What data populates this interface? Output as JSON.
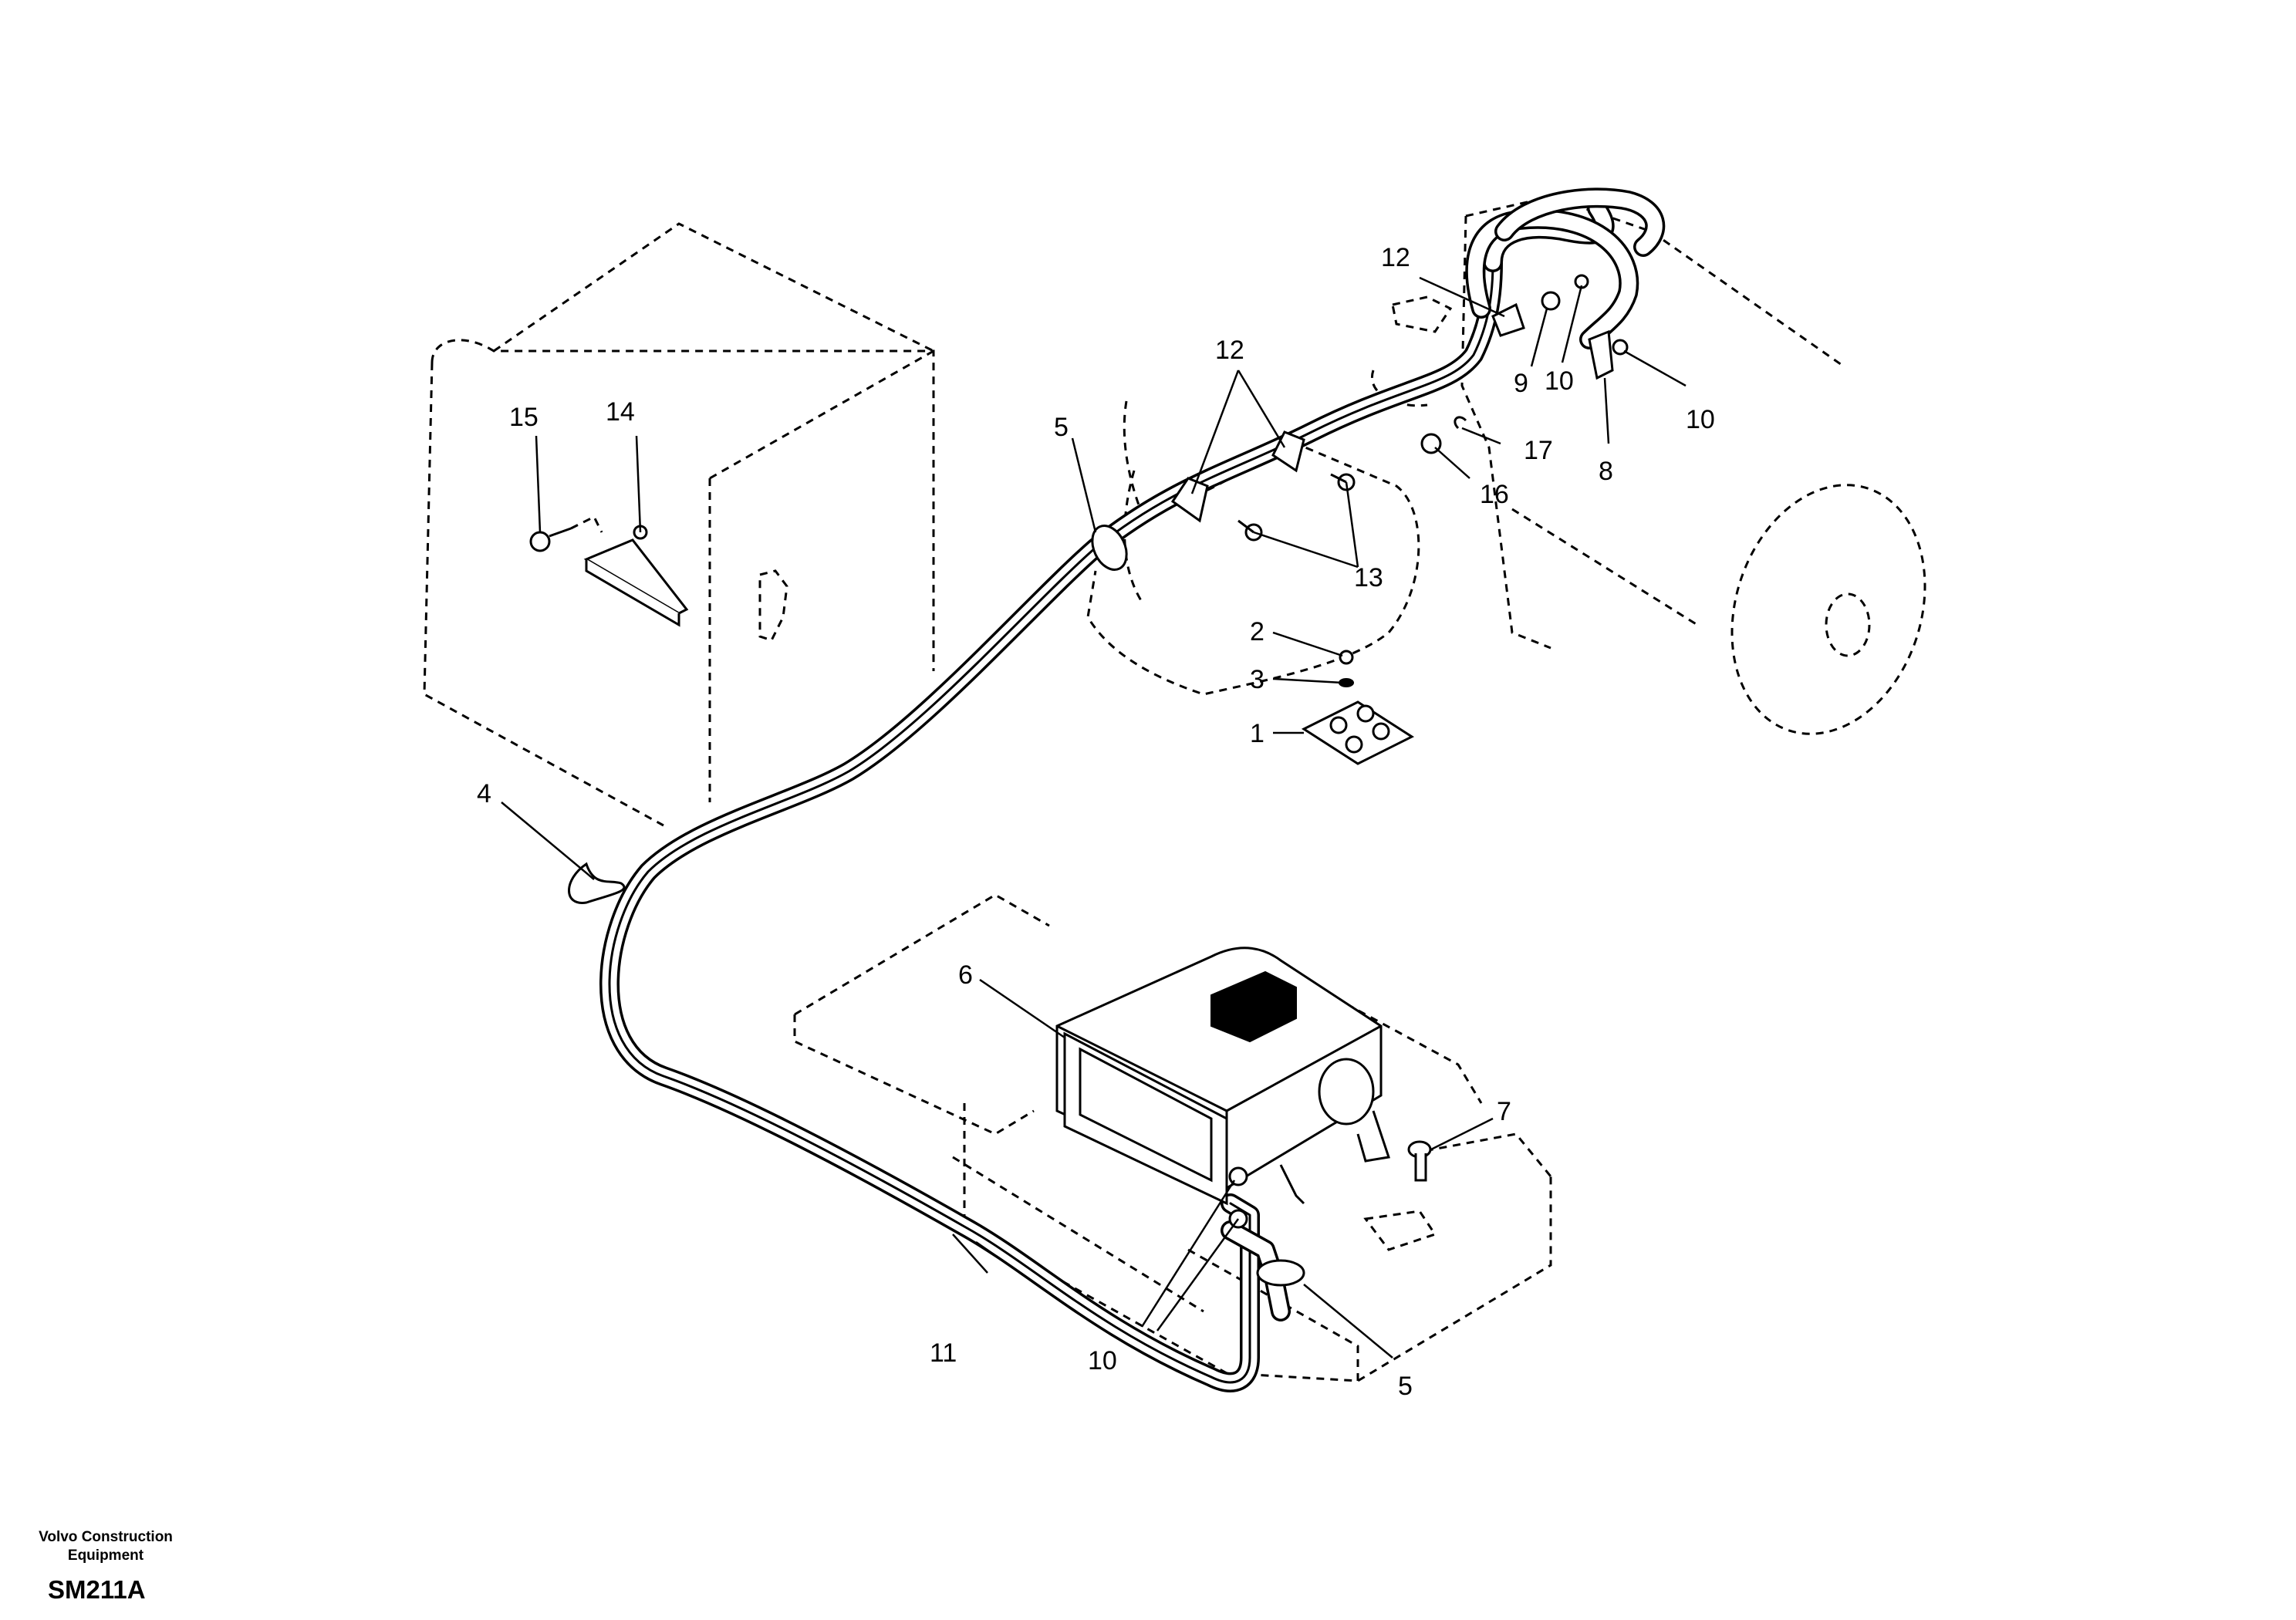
{
  "callouts": [
    {
      "id": "c1",
      "text": "1"
    },
    {
      "id": "c2",
      "text": "2"
    },
    {
      "id": "c3",
      "text": "3"
    },
    {
      "id": "c4",
      "text": "4"
    },
    {
      "id": "c5a",
      "text": "5"
    },
    {
      "id": "c5b",
      "text": "5"
    },
    {
      "id": "c6",
      "text": "6"
    },
    {
      "id": "c7",
      "text": "7"
    },
    {
      "id": "c8",
      "text": "8"
    },
    {
      "id": "c9",
      "text": "9"
    },
    {
      "id": "c10a",
      "text": "10"
    },
    {
      "id": "c10b",
      "text": "10"
    },
    {
      "id": "c10c",
      "text": "10"
    },
    {
      "id": "c11",
      "text": "11"
    },
    {
      "id": "c12a",
      "text": "12"
    },
    {
      "id": "c12b",
      "text": "12"
    },
    {
      "id": "c13",
      "text": "13"
    },
    {
      "id": "c14",
      "text": "14"
    },
    {
      "id": "c15",
      "text": "15"
    },
    {
      "id": "c16",
      "text": "16"
    },
    {
      "id": "c17",
      "text": "17"
    }
  ],
  "footer": {
    "company_line1": "Volvo Construction",
    "company_line2": "Equipment",
    "figure_code": "SM211A"
  }
}
